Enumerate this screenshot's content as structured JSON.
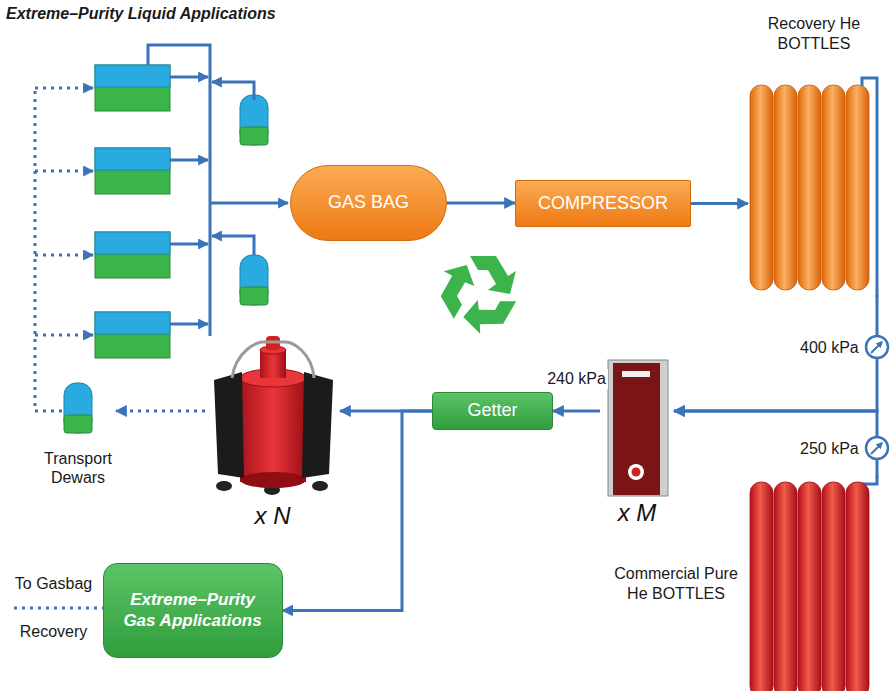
{
  "diagram": {
    "title": "Extreme–Purity Liquid Applications",
    "nodes": [
      {
        "text": [
          "Recovery He BOTTLES"
        ]
      },
      {
        "text": [
          "GAS BAG"
        ]
      },
      {
        "text": [
          "COMPRESSOR"
        ]
      },
      {
        "text": [
          "Getter"
        ]
      },
      {
        "text": [
          "x M"
        ]
      },
      {
        "text": [
          "Transport Dewars"
        ]
      },
      {
        "text": [
          "x N"
        ]
      },
      {
        "text": [
          "Commercial Pure He BOTTLES"
        ]
      },
      {
        "text": [
          "Extreme–Purity Gas Applications"
        ]
      }
    ],
    "edges": [
      {
        "from": 1,
        "to": 2,
        "arrow": "to"
      },
      {
        "from": 2,
        "to": 0,
        "arrow": "to"
      },
      {
        "from": 0,
        "to": 4,
        "arrow": "to"
      },
      {
        "from": 7,
        "to": 4,
        "arrow": "to"
      },
      {
        "from": 4,
        "to": 3,
        "label": "240 kPa",
        "arrow": "to"
      },
      {
        "from": 3,
        "to": 6,
        "arrow": "to"
      },
      {
        "from": 3,
        "to": 8,
        "arrow": "to"
      },
      {
        "from": 6,
        "to": 5,
        "arrow": "to"
      }
    ],
    "labels": [
      "400 kPa",
      "250 kPa",
      "To Gasbag Recovery"
    ]
  }
}
